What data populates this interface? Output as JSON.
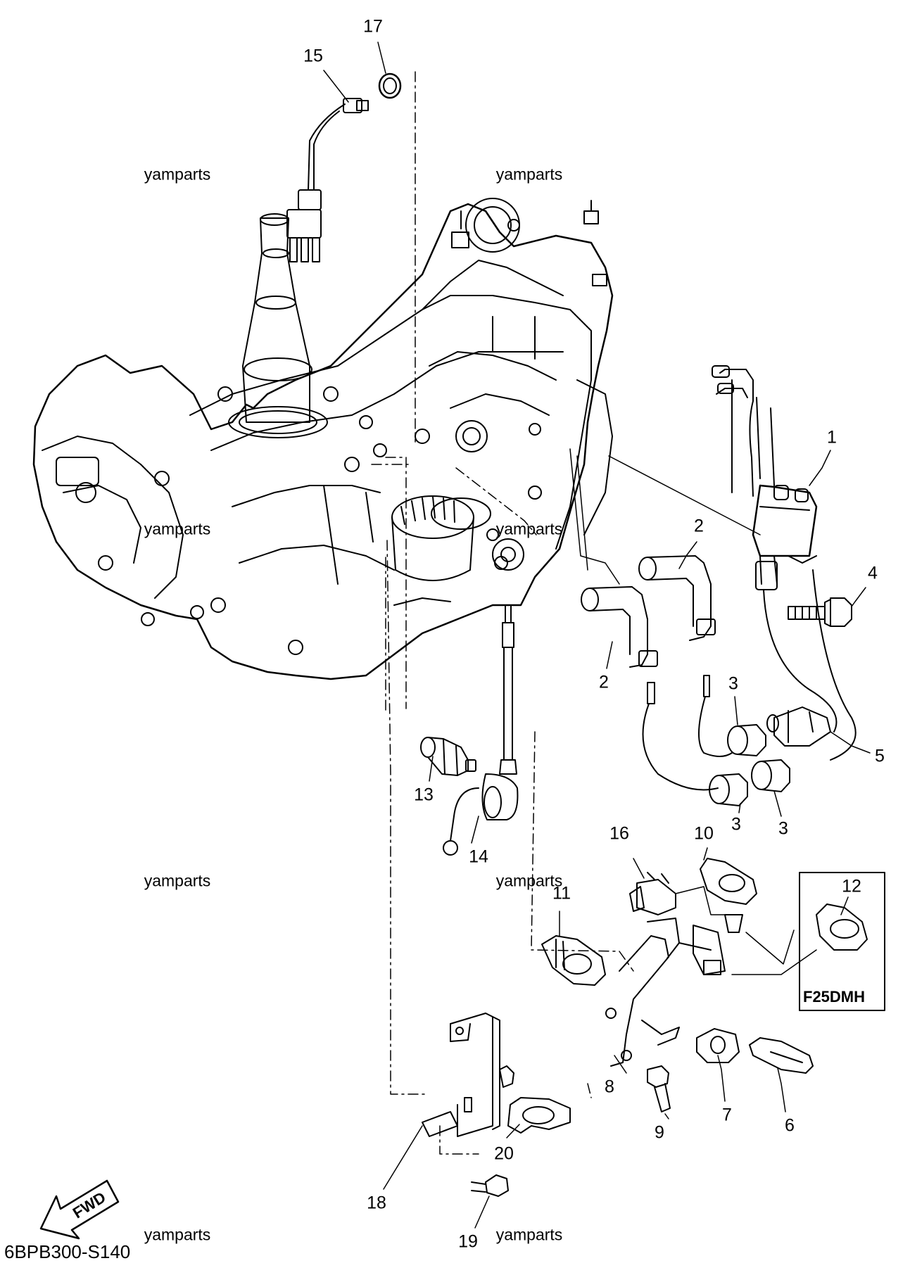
{
  "callouts": [
    {
      "label": "1"
    },
    {
      "label": "2"
    },
    {
      "label": "2"
    },
    {
      "label": "3"
    },
    {
      "label": "3"
    },
    {
      "label": "3"
    },
    {
      "label": "4"
    },
    {
      "label": "5"
    },
    {
      "label": "6"
    },
    {
      "label": "7"
    },
    {
      "label": "8"
    },
    {
      "label": "9"
    },
    {
      "label": "10"
    },
    {
      "label": "11"
    },
    {
      "label": "12"
    },
    {
      "label": "13"
    },
    {
      "label": "14"
    },
    {
      "label": "15"
    },
    {
      "label": "16"
    },
    {
      "label": "17"
    },
    {
      "label": "18"
    },
    {
      "label": "19"
    },
    {
      "label": "20"
    }
  ],
  "watermarks": [
    "yamparts",
    "yamparts",
    "yamparts",
    "yamparts",
    "yamparts",
    "yamparts",
    "yamparts",
    "yamparts"
  ],
  "inset_label": "F25DMH",
  "fwd_label": "FWD",
  "diagram_code": "6BPB300-S140"
}
